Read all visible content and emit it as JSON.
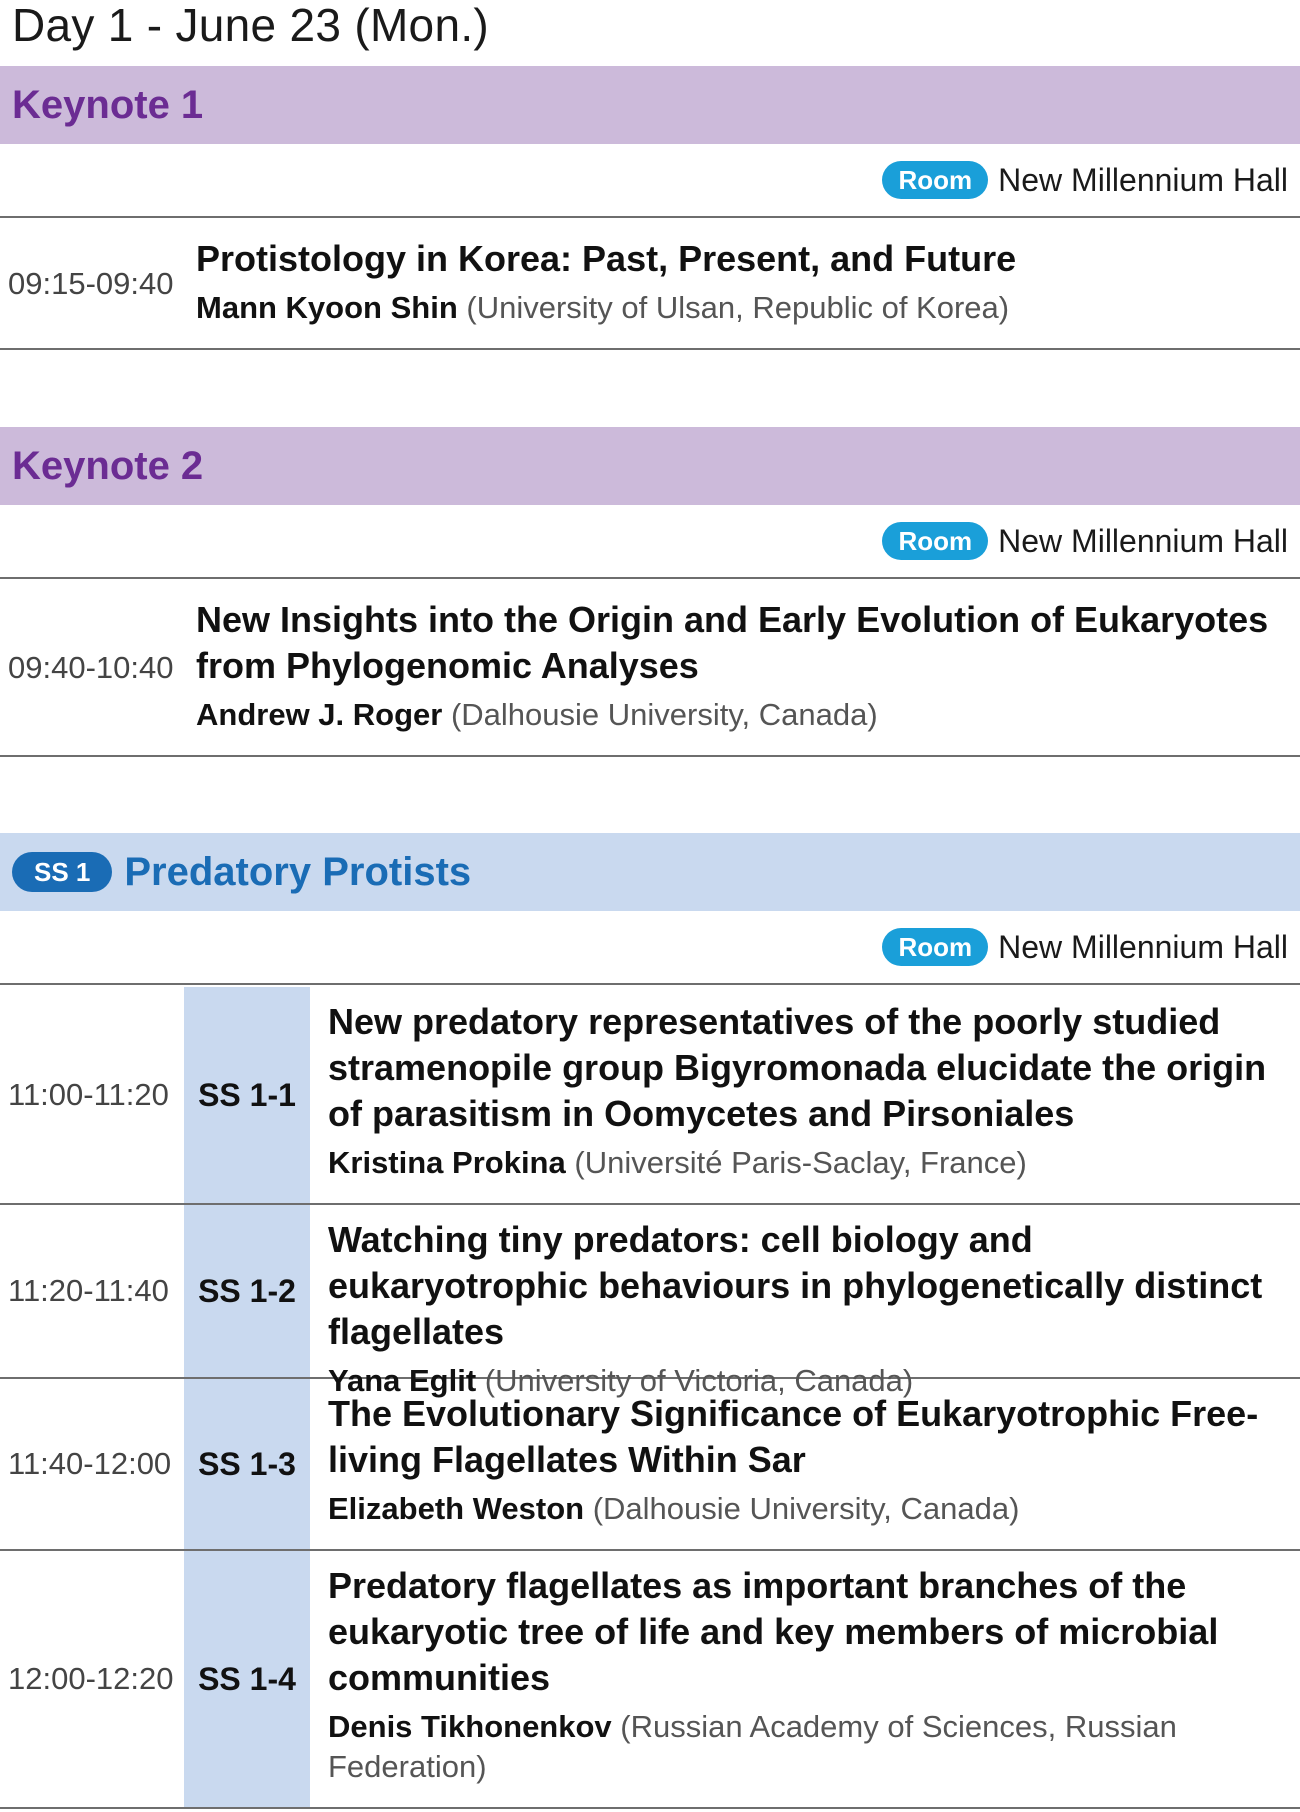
{
  "day_title": "Day 1 - June 23 (Mon.)",
  "room_label": "Room",
  "sessions": [
    {
      "title": "Keynote 1",
      "room": "New Millennium Hall",
      "talks": [
        {
          "time": "09:15-09:40",
          "title": "Protistology in Korea: Past, Present, and Future",
          "speaker": "Mann Kyoon Shin",
          "affiliation": "(University of Ulsan, Republic of Korea)"
        }
      ]
    },
    {
      "title": "Keynote 2",
      "room": "New Millennium Hall",
      "talks": [
        {
          "time": "09:40-10:40",
          "title": "New Insights into the Origin and Early Evolution of Eukaryotes from Phylogenomic Analyses",
          "speaker": "Andrew J. Roger",
          "affiliation": "(Dalhousie University, Canada)"
        }
      ]
    },
    {
      "badge": "SS 1",
      "title": "Predatory Protists",
      "room": "New Millennium Hall",
      "talks": [
        {
          "time": "11:00-11:20",
          "code": "SS 1-1",
          "title": "New predatory representatives of the poorly studied stramenopile group Bigyromonada elucidate the origin of parasitism in Oomycetes and Pirsoniales",
          "speaker": "Kristina Prokina",
          "affiliation": "(Université Paris-Saclay, France)"
        },
        {
          "time": "11:20-11:40",
          "code": "SS 1-2",
          "title": "Watching tiny predators: cell biology and eukaryotrophic behaviours in phylogenetically distinct flagellates",
          "speaker": "Yana Eglit",
          "affiliation": "(University of Victoria, Canada)"
        },
        {
          "time": "11:40-12:00",
          "code": "SS 1-3",
          "title": "The Evolutionary Significance of Eukaryotrophic Free-living Flagellates Within Sar",
          "speaker": "Elizabeth Weston",
          "affiliation": "(Dalhousie University, Canada)"
        },
        {
          "time": "12:00-12:20",
          "code": "SS 1-4",
          "title": "Predatory flagellates as important branches of the eukaryotic tree of life and key members of microbial communities",
          "speaker": "Denis Tikhonenkov",
          "affiliation": "(Russian Academy of Sciences, Russian Federation)"
        }
      ]
    }
  ],
  "colors": {
    "keynote_banner": "#ccbada",
    "keynote_title": "#6b2c93",
    "ss_banner": "#c9d9ef",
    "ss_title": "#1a6cb5",
    "room_badge": "#1a9fd9"
  }
}
